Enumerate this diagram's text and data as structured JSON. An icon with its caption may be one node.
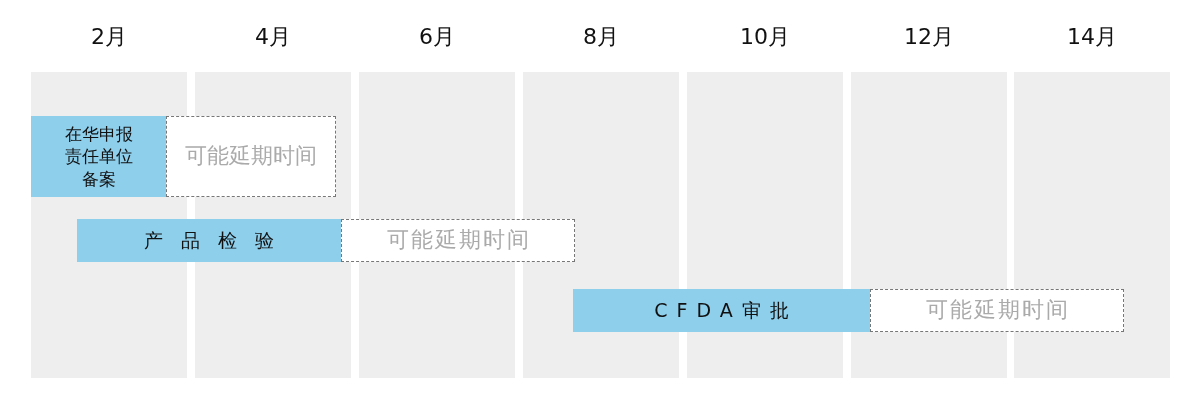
{
  "diagram": {
    "nodes": [
      {
        "text": [
          "在华申报责任单位备案"
        ]
      },
      {
        "text": [
          "可能延期时间"
        ]
      },
      {
        "text": [
          "产品检验"
        ]
      },
      {
        "text": [
          "可能延期时间"
        ]
      },
      {
        "text": [
          "CFDA审批"
        ]
      },
      {
        "text": [
          "可能延期时间"
        ]
      }
    ],
    "labels": [
      "2月",
      "4月",
      "6月",
      "8月",
      "10月",
      "12月",
      "14月"
    ]
  }
}
